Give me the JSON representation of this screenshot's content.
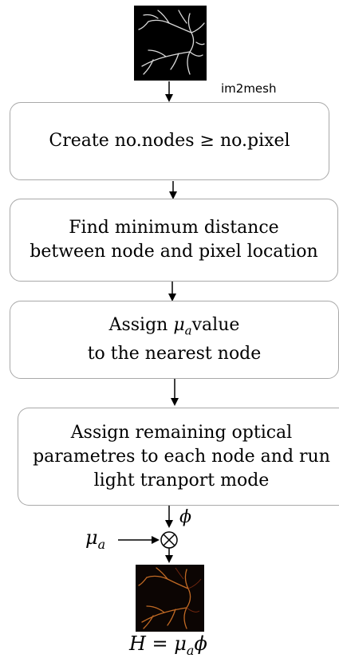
{
  "step_label": "im2mesh",
  "boxes": [
    {
      "lines": [
        "Create no.nodes ≥ no.pixel"
      ]
    },
    {
      "lines": [
        "Find minimum distance",
        "between node and pixel location"
      ]
    },
    {
      "line1_pre": "Assign ",
      "line1_math": "μ",
      "line1_sub": "a",
      "line1_post": "value",
      "line2": "to the nearest node"
    },
    {
      "lines": [
        "Assign remaining optical",
        "parametres to each node and run",
        "light tranport mode"
      ]
    }
  ],
  "phi_symbol": "ϕ",
  "mu_symbol": "μ",
  "mu_sub": "a",
  "equation": {
    "lhs": "H = ",
    "mu": "μ",
    "sub": "a",
    "phi": "ϕ"
  },
  "colors": {
    "box_border": "#a9a9a9",
    "vessel_input": "#d9d9d9",
    "vessel_output": "#e07b2a"
  }
}
